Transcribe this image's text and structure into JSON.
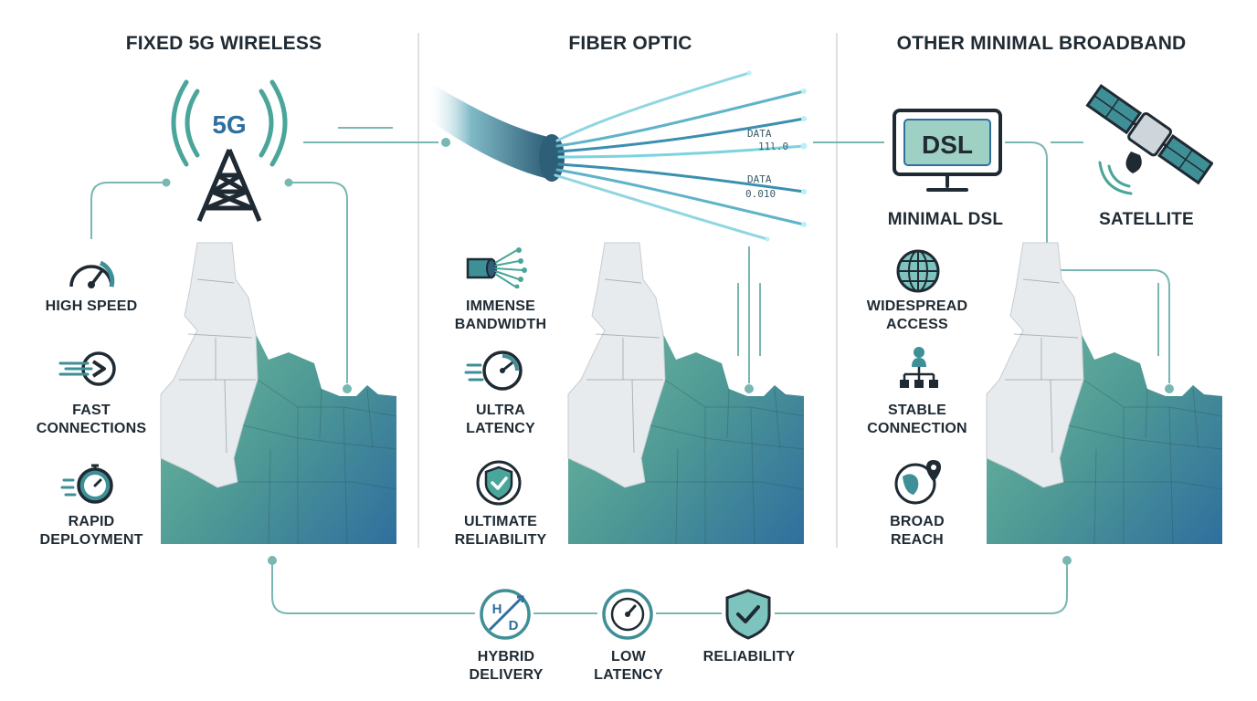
{
  "colors": {
    "dark": "#1f2a33",
    "teal": "#3f8f96",
    "teal_light": "#7cc4bd",
    "blue": "#2f6f9e",
    "map_green": "#5aa48f",
    "map_gray": "#e6e9ec",
    "connector": "#78b7b2"
  },
  "columns": {
    "fixed_5g": {
      "title": "FIXED 5G WIRELESS",
      "tower_text": "5G",
      "features": [
        {
          "icon": "speedometer-icon",
          "lines": [
            "HIGH SPEED"
          ]
        },
        {
          "icon": "fast-arrow-icon",
          "lines": [
            "FAST",
            "CONNECTIONS"
          ]
        },
        {
          "icon": "stopwatch-icon",
          "lines": [
            "RAPID",
            "DEPLOYMENT"
          ]
        }
      ]
    },
    "fiber": {
      "title": "FIBER OPTIC",
      "data_tags": [
        "DATA",
        "11l.0",
        "DATA",
        "0.010"
      ],
      "features": [
        {
          "icon": "fiber-bundle-icon",
          "lines": [
            "IMMENSE",
            "BANDWIDTH"
          ]
        },
        {
          "icon": "latency-gauge-icon",
          "lines": [
            "ULTRA",
            "LATENCY"
          ]
        },
        {
          "icon": "shield-check-icon",
          "lines": [
            "ULTIMATE",
            "RELIABILITY"
          ]
        }
      ]
    },
    "other": {
      "title": "OTHER MINIMAL BROADBAND",
      "dsl_screen_text": "DSL",
      "dsl_label": "MINIMAL DSL",
      "satellite_label": "SATELLITE",
      "features": [
        {
          "icon": "globe-icon",
          "lines": [
            "WIDESPREAD",
            "ACCESS"
          ]
        },
        {
          "icon": "network-tree-icon",
          "lines": [
            "STABLE",
            "CONNECTION"
          ]
        },
        {
          "icon": "globe-pin-icon",
          "lines": [
            "BROAD",
            "REACH"
          ]
        }
      ]
    }
  },
  "bottom": {
    "items": [
      {
        "icon": "hybrid-hd-icon",
        "badge_top": "H",
        "badge_bottom": "D",
        "lines": [
          "HYBRID",
          "DELIVERY"
        ]
      },
      {
        "icon": "low-latency-gauge-icon",
        "lines": [
          "LOW",
          "LATENCY"
        ]
      },
      {
        "icon": "reliability-shield-icon",
        "lines": [
          "RELIABILITY"
        ]
      }
    ]
  }
}
